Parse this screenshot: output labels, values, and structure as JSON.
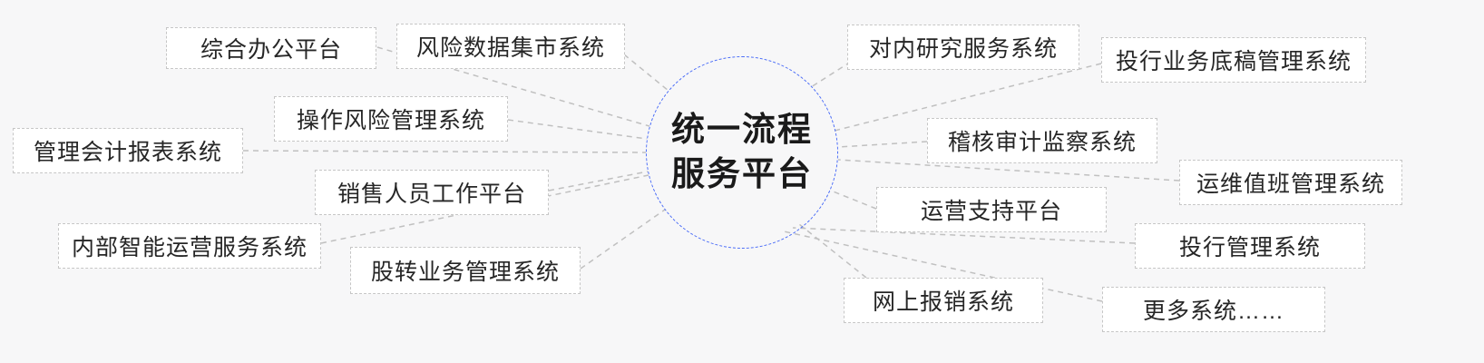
{
  "diagram": {
    "center": {
      "title_line1": "统一流程",
      "title_line2": "服务平台"
    },
    "nodes": [
      {
        "label": "综合办公平台"
      },
      {
        "label": "风险数据集市系统"
      },
      {
        "label": "操作风险管理系统"
      },
      {
        "label": "管理会计报表系统"
      },
      {
        "label": "销售人员工作平台"
      },
      {
        "label": "内部智能运营服务系统"
      },
      {
        "label": "股转业务管理系统"
      },
      {
        "label": "对内研究服务系统"
      },
      {
        "label": "投行业务底稿管理系统"
      },
      {
        "label": "稽核审计监察系统"
      },
      {
        "label": "运维值班管理系统"
      },
      {
        "label": "运营支持平台"
      },
      {
        "label": "投行管理系统"
      },
      {
        "label": "网上报销系统"
      },
      {
        "label": "更多系统……"
      }
    ],
    "colors": {
      "background": "#f7f7f8",
      "node_background": "#ffffff",
      "node_border": "#c6c6c6",
      "connector_line": "#c0c0c0",
      "circle_border": "#4a6cf7",
      "text": "#262626"
    }
  }
}
